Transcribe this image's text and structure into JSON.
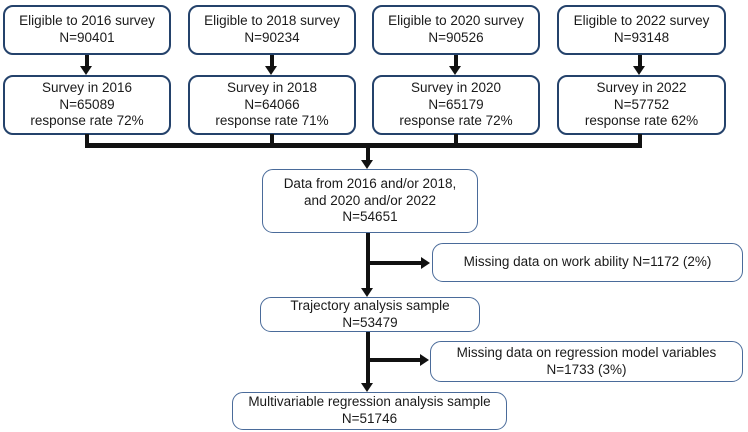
{
  "colors": {
    "background": "#ffffff",
    "text": "#1a1a1a",
    "arrow": "#111111",
    "box_border_dark": "#24426b",
    "box_border_light": "#4a6b9a"
  },
  "diagram": {
    "columns": [
      {
        "eligible": {
          "line1": "Eligible to 2016 survey",
          "line2": "N=90401"
        },
        "survey": {
          "line1": "Survey in 2016",
          "line2": "N=65089",
          "line3": "response rate 72%"
        }
      },
      {
        "eligible": {
          "line1": "Eligible to 2018 survey",
          "line2": "N=90234"
        },
        "survey": {
          "line1": "Survey in 2018",
          "line2": "N=64066",
          "line3": "response rate 71%"
        }
      },
      {
        "eligible": {
          "line1": "Eligible to 2020 survey",
          "line2": "N=90526"
        },
        "survey": {
          "line1": "Survey in 2020",
          "line2": "N=65179",
          "line3": "response rate 72%"
        }
      },
      {
        "eligible": {
          "line1": "Eligible to 2022 survey",
          "line2": "N=93148"
        },
        "survey": {
          "line1": "Survey in 2022",
          "line2": "N=57752",
          "line3": "response rate 62%"
        }
      }
    ],
    "pooled": {
      "line1": "Data from 2016 and/or 2018,",
      "line2": "and 2020 and/or 2022",
      "line3": "N=54651"
    },
    "exclusion_work_ability": {
      "line1": "Missing data on work ability N=1172 (2%)"
    },
    "trajectory_sample": {
      "line1": "Trajectory analysis sample",
      "line2": "N=53479"
    },
    "exclusion_regression": {
      "line1": "Missing data on regression model variables",
      "line2": "N=1733 (3%)"
    },
    "regression_sample": {
      "line1": "Multivariable regression analysis sample",
      "line2": "N=51746"
    }
  }
}
